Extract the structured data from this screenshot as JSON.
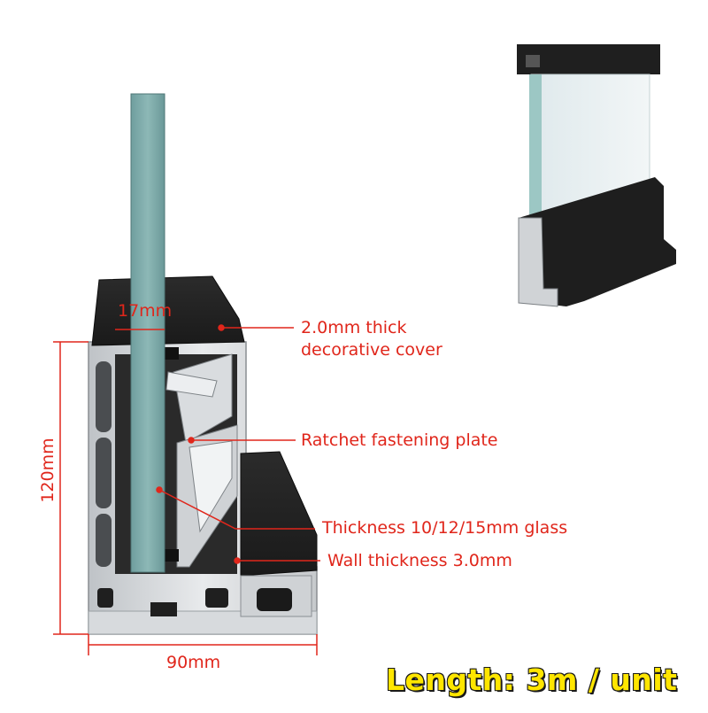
{
  "dimensions": {
    "height": "120mm",
    "width": "90mm",
    "glass_slot": "17mm"
  },
  "callouts": {
    "cover_line1": "2.0mm thick",
    "cover_line2": "decorative cover",
    "ratchet": "Ratchet fastening plate",
    "glass": "Thickness 10/12/15mm glass",
    "wall": "Wall thickness 3.0mm"
  },
  "length_label": "Length: 3m / unit",
  "colors": {
    "annotation_red": "#e0261b",
    "glass_teal": "#7aa9a8",
    "aluminium": "#d4d7da",
    "cover_black": "#222222",
    "label_yellow": "#ffe600"
  }
}
